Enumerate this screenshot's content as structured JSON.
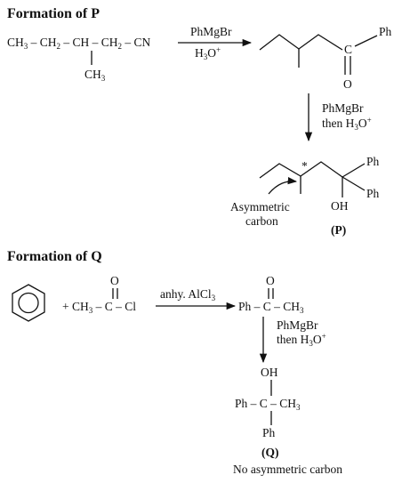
{
  "headings": {
    "p": "Formation of P",
    "q": "Formation of Q"
  },
  "part_p": {
    "nitrile": {
      "line_a": "CH",
      "sub_3": "3",
      "line_b": " – CH",
      "sub_2": "2",
      "line_c": " – CH – CH",
      "line_d": " – CN",
      "branch": "CH"
    },
    "reagent1_top": "PhMgBr",
    "reagent1_bottom_a": "H",
    "reagent1_bottom_b": "O",
    "superscript_plus": "+",
    "ketone_c": "C",
    "ketone_o": "O",
    "ph": "Ph",
    "reagent2_top": "PhMgBr",
    "reagent2_bottom_a": "then H",
    "reagent2_bottom_b": "O",
    "star": "*",
    "oh": "OH",
    "asym_line1": "Asymmetric",
    "asym_line2": "carbon",
    "label": "(P)"
  },
  "part_q": {
    "o": "O",
    "plus_ch": "+ CH",
    "acyl_rest": " – C – Cl",
    "catalyst": "anhy. AlCl",
    "product_a": "Ph – C – CH",
    "reagent_top": "PhMgBr",
    "reagent_bottom_a": "then H",
    "reagent_bottom_b": "O",
    "oh": "OH",
    "final_row": "Ph – C – CH",
    "ph": "Ph",
    "label": "(Q)",
    "note": "No asymmetric carbon"
  }
}
